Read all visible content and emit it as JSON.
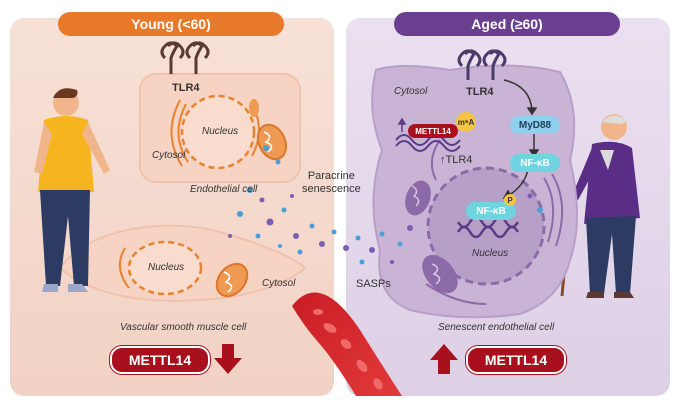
{
  "headers": {
    "young": "Young (<60)",
    "aged": "Aged (≥60)"
  },
  "left": {
    "receptor_label": "TLR4",
    "nucleus_label": "Nucleus",
    "cytosol_label": "Cytosol",
    "endothelial_caption": "Endothelial cell",
    "smc_nucleus_label": "Nucleus",
    "smc_cytosol_label": "Cytosol",
    "smc_caption": "Vascular smooth muscle cell",
    "pill_label": "METTL14"
  },
  "middle": {
    "paracrine_label": "Paracrine\nsenescence",
    "sasps_label": "SASPs"
  },
  "right": {
    "receptor_label": "TLR4",
    "cytosol_label": "Cytosol",
    "mettl14_label": "METTL14",
    "m6a_label": "m⁶A",
    "tlr4_up_label": "↑TLR4",
    "myd88_label": "MyD88",
    "nfkb_label": "NF-κB",
    "nfkb_nuclear_label": "NF-κB",
    "p_label": "P",
    "nucleus_label": "Nucleus",
    "caption": "Senescent endothelial cell",
    "pill_label": "METTL14"
  },
  "colors": {
    "young_header": "#e8792a",
    "aged_header": "#6a3f8f",
    "young_panel": "#f6ddd3",
    "aged_panel": "#e3d6ea",
    "cell_fill": "#f7d7c4",
    "nucleus_stroke": "#e8822f",
    "senescent_cell": "#c9b4d6",
    "nfkb": "#6fd3e0",
    "myd88": "#8fd0ee",
    "mettl14": "#a8101e",
    "arrow": "#a8101e"
  },
  "icons": [
    "young-man-icon",
    "old-man-icon",
    "receptor-icon",
    "mitochondrion-icon",
    "blood-vessel-icon",
    "arrow-down-icon",
    "arrow-up-icon",
    "dna-icon"
  ]
}
